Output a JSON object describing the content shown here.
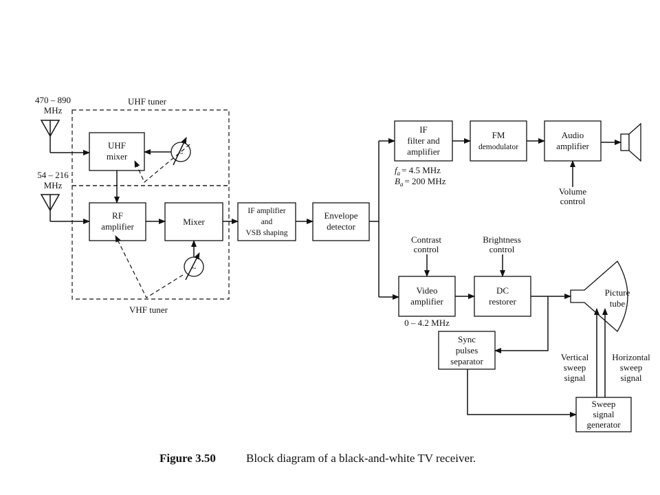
{
  "blocks": {
    "uhf_mixer": [
      "UHF",
      "mixer"
    ],
    "rf_amp": [
      "RF",
      "amplifier"
    ],
    "mixer": [
      "Mixer"
    ],
    "if_amp": [
      "IF amplifier",
      "and",
      "VSB shaping"
    ],
    "envelope": [
      "Envelope",
      "detector"
    ],
    "if_filter": [
      "IF",
      "filter and",
      "amplifier"
    ],
    "fm_demod": [
      "FM",
      "demodulator"
    ],
    "audio_amp": [
      "Audio",
      "amplifier"
    ],
    "video_amp": [
      "Video",
      "amplifier"
    ],
    "dc_restorer": [
      "DC",
      "restorer"
    ],
    "sync_sep": [
      "Sync",
      "pulses",
      "separator"
    ],
    "sweep_gen": [
      "Sweep",
      "signal",
      "generator"
    ],
    "picture_tube": [
      "Picture",
      "tube"
    ]
  },
  "labels": {
    "uhf_band": [
      "470 – 890",
      "MHz"
    ],
    "vhf_band": [
      "54 – 216",
      "MHz"
    ],
    "uhf_tuner": "UHF tuner",
    "vhf_tuner": "VHF tuner",
    "fa_eq": "= 4.5 MHz",
    "ba_eq": "= 200 MHz",
    "video_bw": "0 – 4.2 MHz",
    "volume": [
      "Volume",
      "control"
    ],
    "contrast": [
      "Contrast",
      "control"
    ],
    "brightness": [
      "Brightness",
      "control"
    ],
    "vertical": [
      "Vertical",
      "sweep",
      "signal"
    ],
    "horizontal": [
      "Horizontal",
      "sweep",
      "signal"
    ],
    "osc_symbol": "~"
  },
  "caption": {
    "number": "Figure 3.50",
    "text": "Block diagram of a black-and-white TV receiver."
  }
}
